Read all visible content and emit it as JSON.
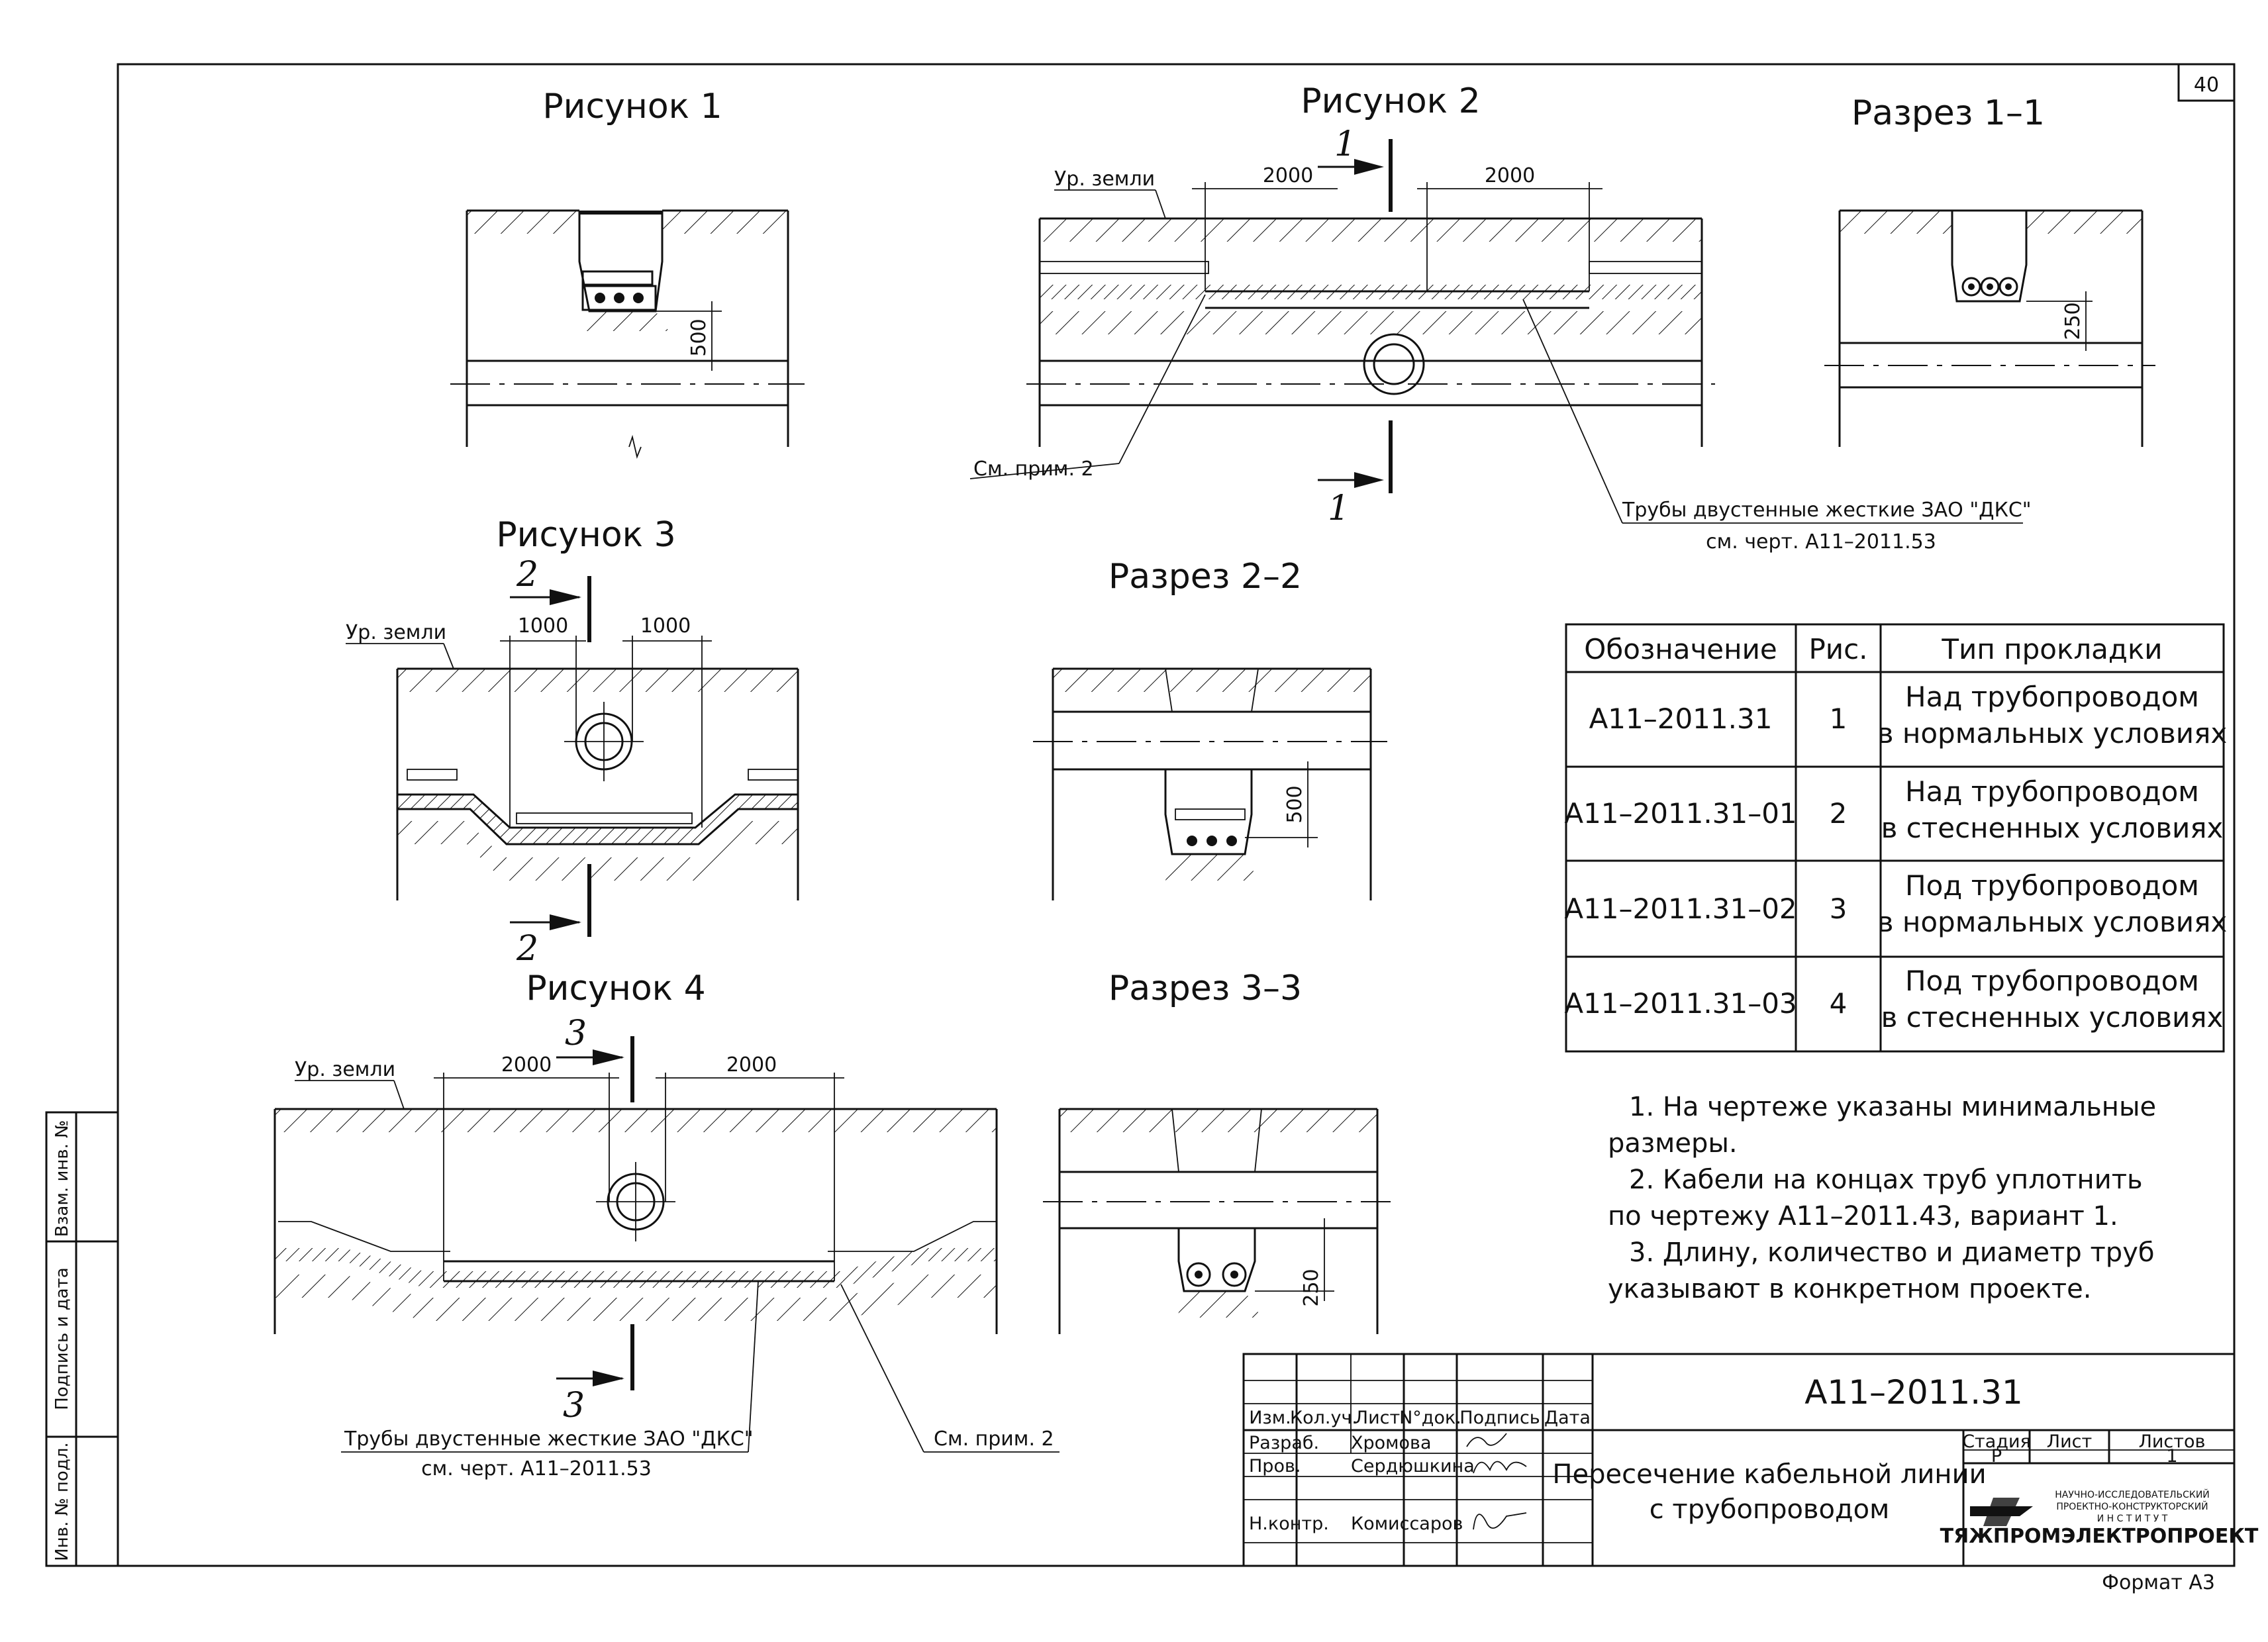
{
  "sheet": {
    "number": "40",
    "format": "Формат А3"
  },
  "figures": {
    "fig1": "Рисунок 1",
    "fig2": "Рисунок 2",
    "fig3": "Рисунок 3",
    "fig4": "Рисунок 4",
    "sec11": "Разрез 1–1",
    "sec22": "Разрез 2–2",
    "sec33": "Разрез 3–3"
  },
  "labels": {
    "ground": "Ур. земли",
    "dim2000": "2000",
    "dim1000": "1000",
    "dim500": "500",
    "dim250": "250",
    "see_note2": "См. прим. 2",
    "pipes_line1": "Трубы двустенные жесткие ЗАО \"ДКС\"",
    "pipes_line2": "см. черт. А11–2011.53",
    "cut1": "1",
    "cut2": "2",
    "cut3": "3"
  },
  "table": {
    "headers": [
      "Обозначение",
      "Рис.",
      "Тип прокладки"
    ],
    "rows": [
      {
        "code": "А11–2011.31",
        "fig": "1",
        "type1": "Над трубопроводом",
        "type2": "в нормальных условиях"
      },
      {
        "code": "А11–2011.31–01",
        "fig": "2",
        "type1": "Над трубопроводом",
        "type2": "в стесненных условиях"
      },
      {
        "code": "А11–2011.31–02",
        "fig": "3",
        "type1": "Под трубопроводом",
        "type2": "в нормальных условиях"
      },
      {
        "code": "А11–2011.31–03",
        "fig": "4",
        "type1": "Под трубопроводом",
        "type2": "в стесненных условиях"
      }
    ]
  },
  "notes": [
    "1. На чертеже указаны минимальные",
    "размеры.",
    "2. Кабели на концах труб уплотнить",
    "по чертежу А11–2011.43, вариант 1.",
    "3. Длину, количество и диаметр труб",
    "указывают в конкретном проекте."
  ],
  "stamp": {
    "doc_code": "А11–2011.31",
    "title1": "Пересечение кабельной линии",
    "title2": "с трубопроводом",
    "cols": [
      "Изм.",
      "Кол.уч.",
      "Лист",
      "N°док.",
      "Подпись",
      "Дата"
    ],
    "roles": [
      {
        "role": "Разраб.",
        "name": "Хромова"
      },
      {
        "role": "Пров.",
        "name": "Сердюшкина"
      },
      {
        "role": "Н.контр.",
        "name": "Комиссаров"
      }
    ],
    "stage_h": "Стадия",
    "sheet_h": "Лист",
    "sheets_h": "Листов",
    "stage": "Р",
    "sheet_no": "1",
    "org_small1": "НАУЧНО-ИССЛЕДОВАТЕЛЬСКИЙ",
    "org_small2": "ПРОЕКТНО-КОНСТРУКТОРСКИЙ",
    "org_small3": "И Н С Т И Т У Т",
    "org_name": "ТЯЖПРОМЭЛЕКТРОПРОЕКТ"
  },
  "side_stamp": [
    "Взам. инв. №",
    "Подпись и дата",
    "Инв. № подл."
  ]
}
